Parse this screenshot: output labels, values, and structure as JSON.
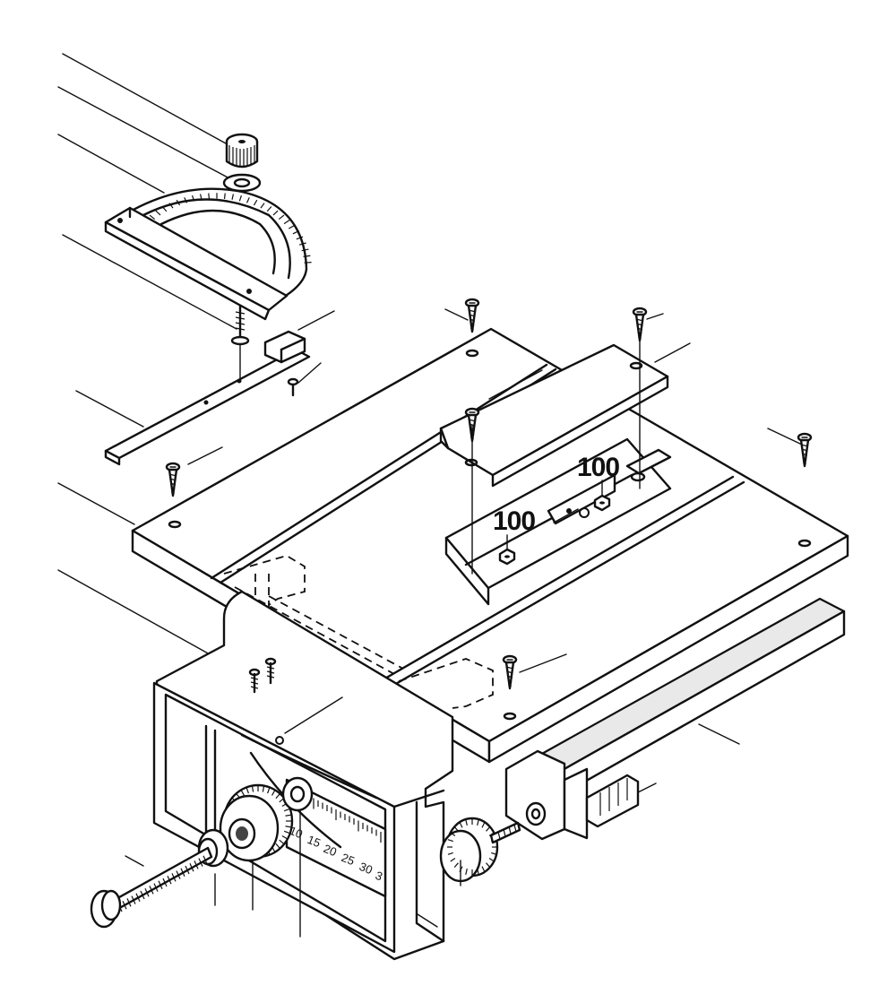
{
  "callouts": [
    {
      "id": "callout-upper-right",
      "label": "100"
    },
    {
      "id": "callout-lower-left",
      "label": "100"
    }
  ],
  "scale_labels": [
    "10",
    "15",
    "20",
    "25",
    "30",
    "3"
  ]
}
